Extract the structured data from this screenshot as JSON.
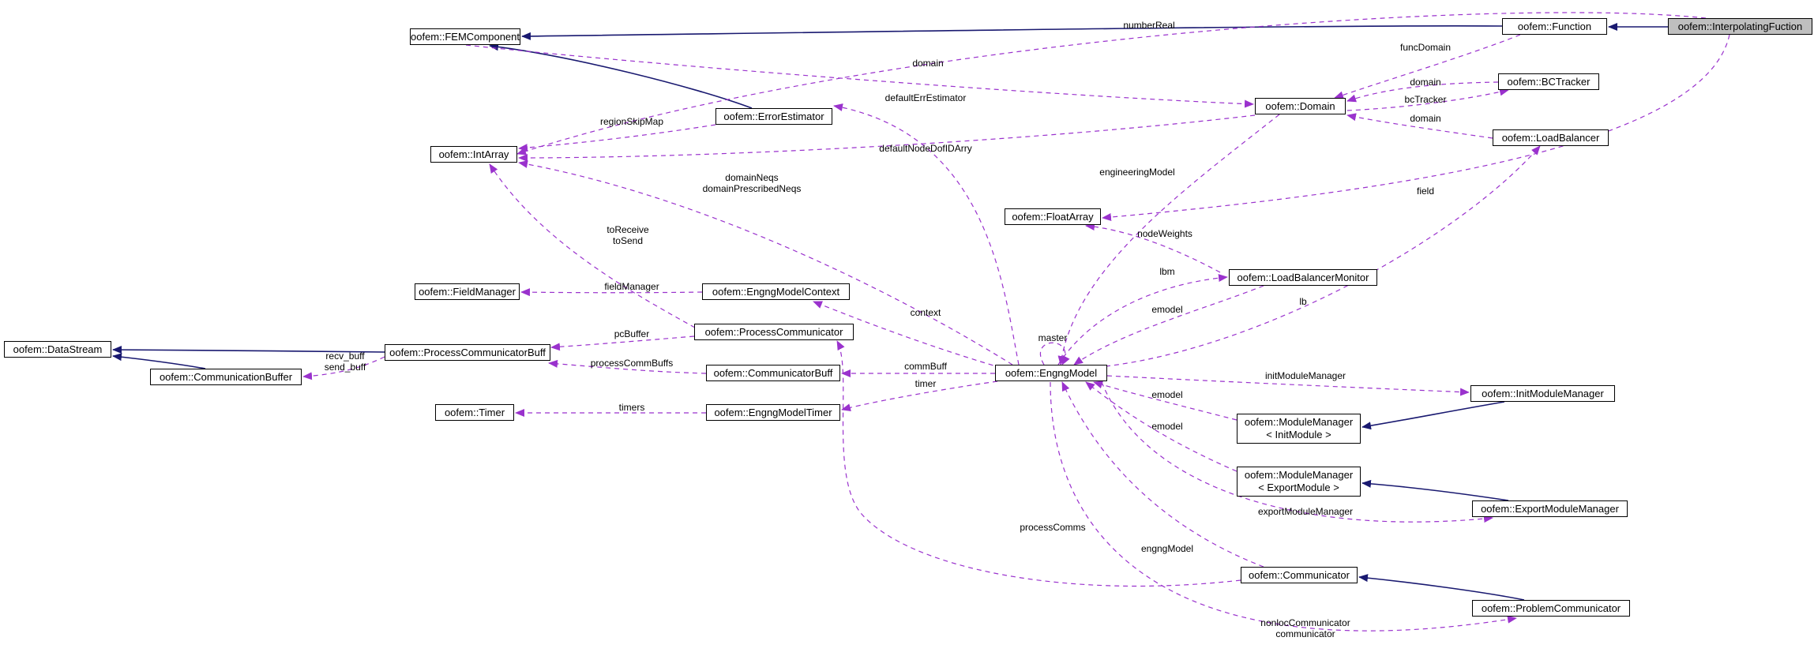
{
  "nodes": {
    "interpolating_fuction": {
      "lines": [
        "oofem::InterpolatingFuction"
      ],
      "highlighted": true
    },
    "function": {
      "lines": [
        "oofem::Function"
      ]
    },
    "fem_component": {
      "lines": [
        "oofem::FEMComponent"
      ]
    },
    "domain": {
      "lines": [
        "oofem::Domain"
      ]
    },
    "bc_tracker": {
      "lines": [
        "oofem::BCTracker"
      ]
    },
    "load_balancer": {
      "lines": [
        "oofem::LoadBalancer"
      ]
    },
    "error_estimator": {
      "lines": [
        "oofem::ErrorEstimator"
      ]
    },
    "int_array": {
      "lines": [
        "oofem::IntArray"
      ]
    },
    "float_array": {
      "lines": [
        "oofem::FloatArray"
      ]
    },
    "load_balancer_monitor": {
      "lines": [
        "oofem::LoadBalancerMonitor"
      ]
    },
    "field_manager": {
      "lines": [
        "oofem::FieldManager"
      ]
    },
    "engng_model_context": {
      "lines": [
        "oofem::EngngModelContext"
      ]
    },
    "data_stream": {
      "lines": [
        "oofem::DataStream"
      ]
    },
    "process_communicator_buff": {
      "lines": [
        "oofem::ProcessCommunicatorBuff"
      ]
    },
    "process_communicator": {
      "lines": [
        "oofem::ProcessCommunicator"
      ]
    },
    "communication_buffer": {
      "lines": [
        "oofem::CommunicationBuffer"
      ]
    },
    "communicator_buff": {
      "lines": [
        "oofem::CommunicatorBuff"
      ]
    },
    "engng_model": {
      "lines": [
        "oofem::EngngModel"
      ]
    },
    "init_module_manager": {
      "lines": [
        "oofem::InitModuleManager"
      ]
    },
    "timer": {
      "lines": [
        "oofem::Timer"
      ]
    },
    "engng_model_timer": {
      "lines": [
        "oofem::EngngModelTimer"
      ]
    },
    "module_manager_init": {
      "lines": [
        "oofem::ModuleManager",
        "< InitModule >"
      ]
    },
    "module_manager_export": {
      "lines": [
        "oofem::ModuleManager",
        "< ExportModule >"
      ]
    },
    "export_module_manager": {
      "lines": [
        "oofem::ExportModuleManager"
      ]
    },
    "communicator": {
      "lines": [
        "oofem::Communicator"
      ]
    },
    "problem_communicator": {
      "lines": [
        "oofem::ProblemCommunicator"
      ]
    }
  },
  "edge_labels": {
    "number_real": [
      "numberReal"
    ],
    "func_domain": [
      "funcDomain"
    ],
    "domain_fem": [
      "domain"
    ],
    "domain_bctracker": [
      "domain"
    ],
    "bc_tracker": [
      "bcTracker"
    ],
    "domain_lb": [
      "domain"
    ],
    "default_err_estimator": [
      "defaultErrEstimator"
    ],
    "region_skip_map": [
      "regionSkipMap"
    ],
    "default_node_dof_id_arry": [
      "defaultNodeDofIDArry"
    ],
    "engineering_model": [
      "engineeringModel"
    ],
    "domain_neqs": [
      "domainNeqs",
      "domainPrescribedNeqs"
    ],
    "field": [
      "field"
    ],
    "to_receive": [
      "toReceive",
      "toSend"
    ],
    "node_weights": [
      "nodeWeights"
    ],
    "field_manager": [
      "fieldManager"
    ],
    "lbm": [
      "lbm"
    ],
    "emodel_lbm": [
      "emodel"
    ],
    "lb": [
      "lb"
    ],
    "context": [
      "context"
    ],
    "master": [
      "master"
    ],
    "pc_buffer": [
      "pcBuffer"
    ],
    "recv_buff": [
      "recv_buff",
      "send_buff"
    ],
    "process_comm_buffs": [
      "processCommBuffs"
    ],
    "comm_buff": [
      "commBuff"
    ],
    "timer": [
      "timer"
    ],
    "timers": [
      "timers"
    ],
    "init_module_manager": [
      "initModuleManager"
    ],
    "emodel_init": [
      "emodel"
    ],
    "emodel_export": [
      "emodel"
    ],
    "export_module_manager": [
      "exportModuleManager"
    ],
    "process_comms": [
      "processComms"
    ],
    "engng_model": [
      "engngModel"
    ],
    "nonloc_communicator": [
      "nonlocCommunicator",
      "communicator"
    ]
  },
  "colors": {
    "inheritance": "#191970",
    "usage": "#9a32cd",
    "highlight_fill": "#bfbfbf"
  }
}
